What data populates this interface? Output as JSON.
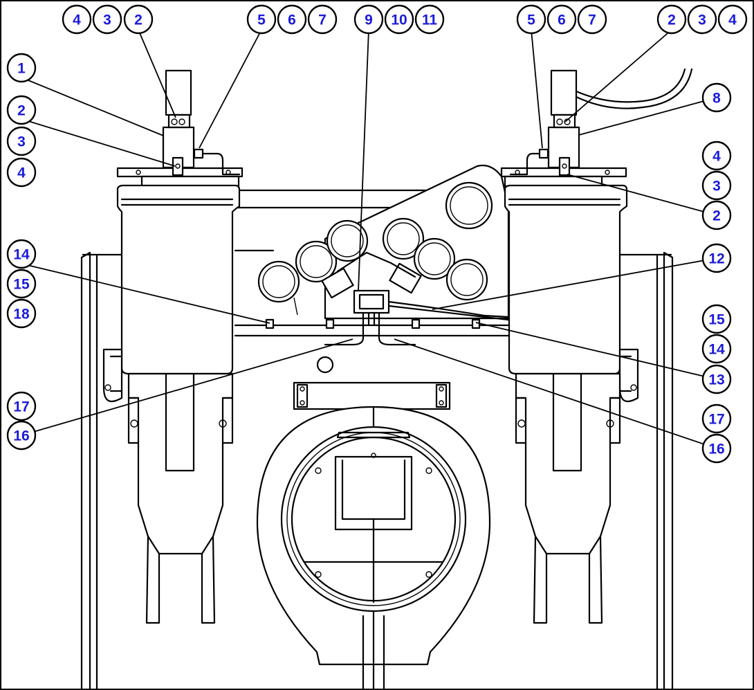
{
  "diagram": {
    "callouts": [
      {
        "id": "c1",
        "label": "4"
      },
      {
        "id": "c2",
        "label": "3"
      },
      {
        "id": "c3",
        "label": "2"
      },
      {
        "id": "c4",
        "label": "5"
      },
      {
        "id": "c5",
        "label": "6"
      },
      {
        "id": "c6",
        "label": "7"
      },
      {
        "id": "c7",
        "label": "9"
      },
      {
        "id": "c8",
        "label": "10"
      },
      {
        "id": "c9",
        "label": "11"
      },
      {
        "id": "c10",
        "label": "5"
      },
      {
        "id": "c11",
        "label": "6"
      },
      {
        "id": "c12",
        "label": "7"
      },
      {
        "id": "c13",
        "label": "2"
      },
      {
        "id": "c14",
        "label": "3"
      },
      {
        "id": "c15",
        "label": "4"
      },
      {
        "id": "c16",
        "label": "1"
      },
      {
        "id": "c17",
        "label": "2"
      },
      {
        "id": "c18",
        "label": "3"
      },
      {
        "id": "c19",
        "label": "4"
      },
      {
        "id": "c20",
        "label": "8"
      },
      {
        "id": "c21",
        "label": "4"
      },
      {
        "id": "c22",
        "label": "3"
      },
      {
        "id": "c23",
        "label": "2"
      },
      {
        "id": "c24",
        "label": "14"
      },
      {
        "id": "c25",
        "label": "15"
      },
      {
        "id": "c26",
        "label": "18"
      },
      {
        "id": "c27",
        "label": "12"
      },
      {
        "id": "c28",
        "label": "15"
      },
      {
        "id": "c29",
        "label": "14"
      },
      {
        "id": "c30",
        "label": "13"
      },
      {
        "id": "c31",
        "label": "17"
      },
      {
        "id": "c32",
        "label": "16"
      },
      {
        "id": "c33",
        "label": "17"
      },
      {
        "id": "c34",
        "label": "16"
      }
    ]
  }
}
